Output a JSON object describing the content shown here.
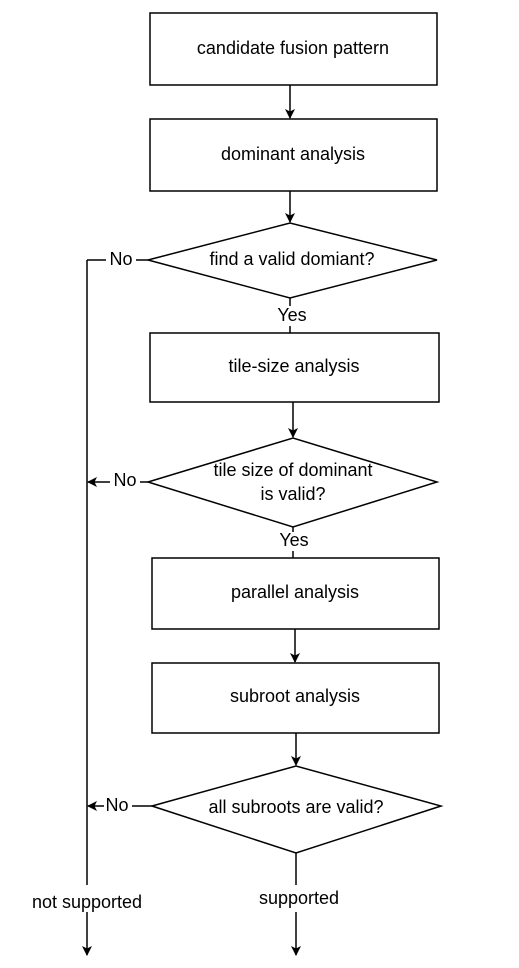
{
  "diagram": {
    "colors": {
      "stroke": "#000000",
      "fill": "#ffffff",
      "text": "#000000"
    },
    "nodes": {
      "candidate": {
        "label": "candidate fusion pattern"
      },
      "dominant": {
        "label": "dominant analysis"
      },
      "decision1": {
        "label": "find a valid domiant?"
      },
      "tilesize": {
        "label": "tile-size analysis"
      },
      "decision2": {
        "line1": "tile size of dominant",
        "line2": "is valid?"
      },
      "parallel": {
        "label": "parallel analysis"
      },
      "subroot": {
        "label": "subroot analysis"
      },
      "decision3": {
        "label": "all subroots are valid?"
      }
    },
    "edges": {
      "d1_yes": "Yes",
      "d1_no": "No",
      "d2_yes": "Yes",
      "d2_no": "No",
      "d3_no": "No"
    },
    "outcomes": {
      "not_supported": "not supported",
      "supported": "supported"
    }
  }
}
